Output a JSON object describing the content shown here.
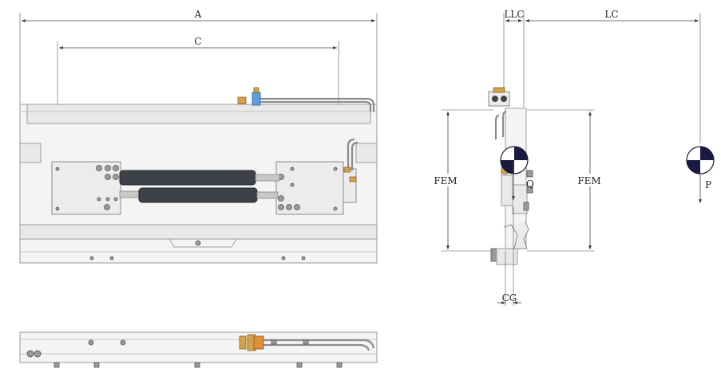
{
  "dimensions": {
    "a": "A",
    "c": "C",
    "llc": "LLC",
    "lc": "LC",
    "fem_left": "FEM",
    "fem_right": "FEM",
    "cg": "CG",
    "q": "Q",
    "p": "P"
  },
  "colors": {
    "cylinder": "#3e4148",
    "brass_fitting": "#d4a24a",
    "blue_valve": "#5aa0e0",
    "frame": "#f4f4f4"
  },
  "icons": {
    "center_of_gravity": "cg-symbol-icon",
    "load_arrow": "arrow-down-icon"
  }
}
